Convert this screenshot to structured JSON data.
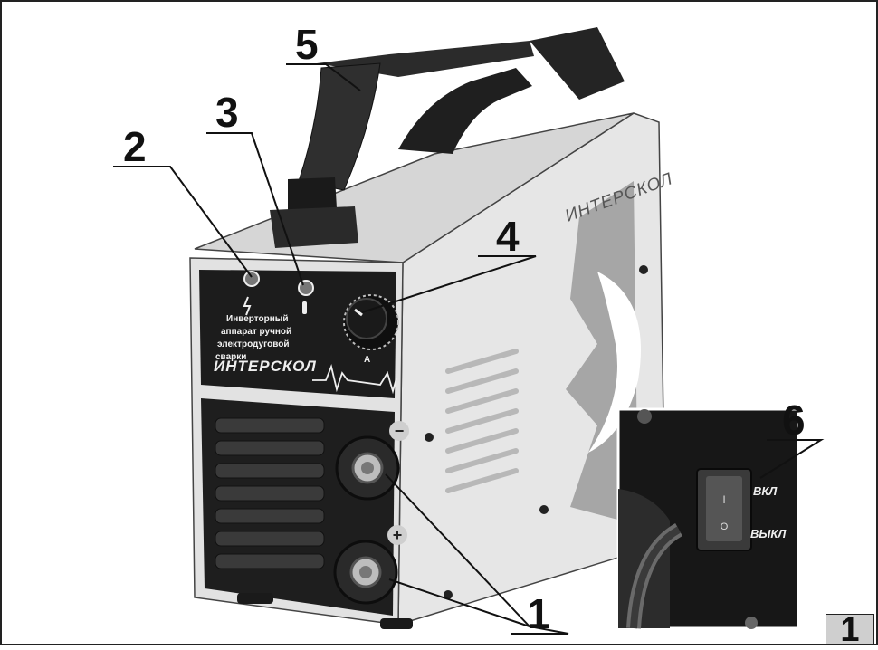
{
  "callouts": {
    "c1": "1",
    "c2": "2",
    "c3": "3",
    "c4": "4",
    "c5": "5",
    "c6": "6"
  },
  "panel": {
    "description_lines": [
      "Инверторный",
      "аппарат ручной",
      "электродуговой",
      "сварки"
    ],
    "brand": "ИНТЕРСКОЛ",
    "knob_unit": "A",
    "minus": "−",
    "plus": "+"
  },
  "side": {
    "brand": "ИНТЕРСКОЛ"
  },
  "inset": {
    "on_label": "ВКЛ",
    "off_label": "ВЫКЛ",
    "switch_on_mark": "I",
    "switch_off_mark": "O"
  },
  "figure_number": "1",
  "colors": {
    "body": "#e9e9e9",
    "panel": "#1c1c1c",
    "strap": "#2b2b2b",
    "logo_gray": "#9a9a9a"
  }
}
